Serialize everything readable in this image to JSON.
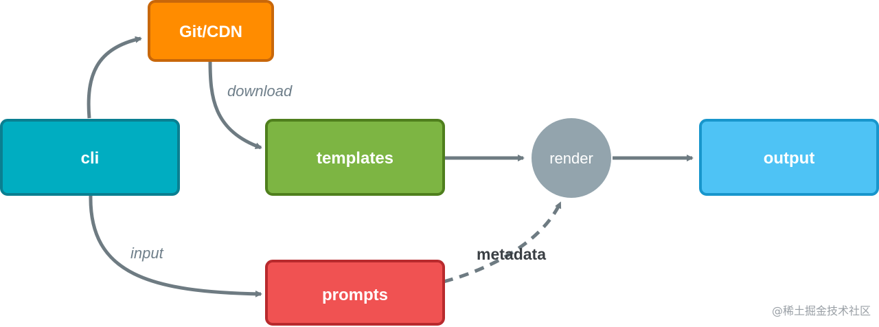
{
  "nodes": {
    "git_cdn": "Git/CDN",
    "cli": "cli",
    "templates": "templates",
    "render": "render",
    "output": "output",
    "prompts": "prompts"
  },
  "edges": {
    "download": "download",
    "input": "input",
    "metadata": "metadata"
  },
  "colors": {
    "git_cdn_fill": "#ff8c00",
    "git_cdn_border": "#c8670a",
    "cli_fill": "#00adc1",
    "cli_border": "#0a7f91",
    "templates_fill": "#7db543",
    "templates_border": "#4f7f1d",
    "render_fill": "#93a4ad",
    "output_fill": "#4ec3f5",
    "output_border": "#1896cc",
    "prompts_fill": "#f05252",
    "prompts_border": "#b82a2d",
    "arrow": "#6e7b82"
  },
  "watermark": "@稀土掘金技术社区"
}
